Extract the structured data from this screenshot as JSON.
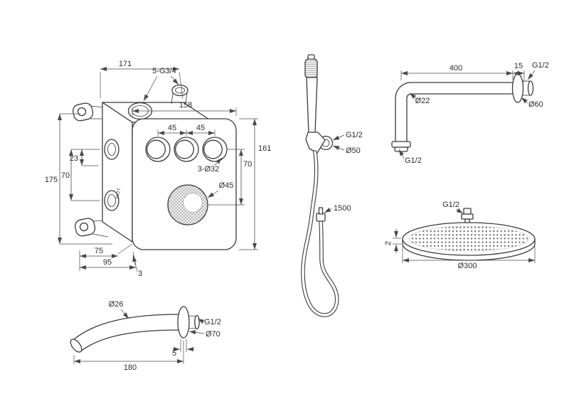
{
  "colors": {
    "line": "#3a3a3a",
    "dimension": "#4a4a4a",
    "text": "#2d2d2d",
    "background": "#ffffff"
  },
  "mixer": {
    "body_width": "171",
    "top_connections": "5-G3/4",
    "plate_width": "158",
    "knob_spacing_left": "45",
    "knob_spacing_right": "45",
    "plate_height": "161",
    "knob_drop": "70",
    "side_small": "23",
    "side_port_spacing": "70",
    "body_height": "175",
    "small_knobs_dia": "3-Ø32",
    "main_knob_dia": "Ø45",
    "depth_inner": "75",
    "depth_outer": "95",
    "plate_thickness": "3",
    "hot_marking": "HOT"
  },
  "hand_shower": {
    "thread": "G1/2",
    "holder_dia": "Ø50",
    "hose_length": "1500"
  },
  "shower_arm": {
    "length": "400",
    "wall_stub": "15",
    "wall_thread": "G1/2",
    "flange_dia": "Ø60",
    "tube_dia": "Ø22",
    "outlet_thread": "G1/2"
  },
  "shower_head": {
    "thread": "G1/2",
    "edge_thickness": "2",
    "dia": "Ø300"
  },
  "spout": {
    "tube_dia": "Ø26",
    "thread": "G1/2",
    "flange_dia": "Ø70",
    "flange_depth": "5",
    "length": "180"
  }
}
